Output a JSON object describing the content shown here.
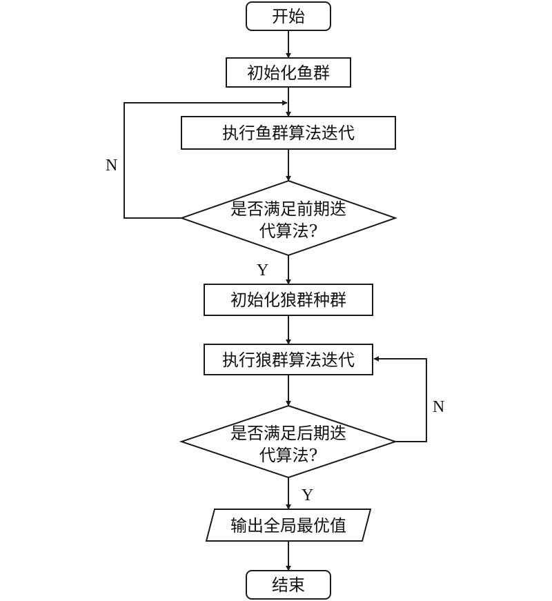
{
  "nodes": {
    "start": "开始",
    "init_fish": "初始化鱼群",
    "fish_iter": "执行鱼群算法迭代",
    "decision1_line1": "是否满足前期迭",
    "decision1_line2": "代算法?",
    "init_wolf": "初始化狼群种群",
    "wolf_iter": "执行狼群算法迭代",
    "decision2_line1": "是否满足后期迭",
    "decision2_line2": "代算法?",
    "output": "输出全局最优值",
    "end": "结束"
  },
  "branches": {
    "decision1_no": "N",
    "decision1_yes": "Y",
    "decision2_no": "N",
    "decision2_yes": "Y"
  }
}
